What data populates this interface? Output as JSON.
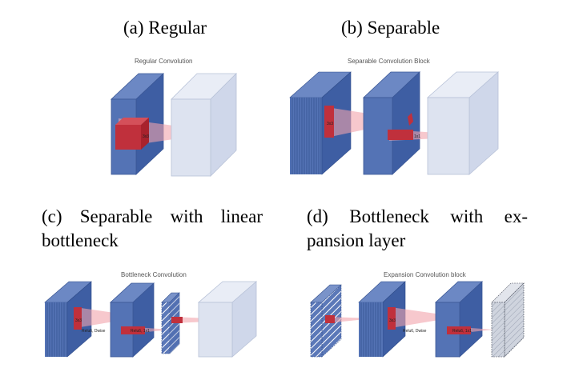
{
  "captions": {
    "a": "(a) Regular",
    "b": "(b) Separable",
    "c_line1": "(c) Separable with linear",
    "c_line2": "bottleneck",
    "d_line1": "(d) Bottleneck with ex-",
    "d_line2": "pansion layer"
  },
  "panels": {
    "a": {
      "title": "Regular Convolution",
      "kernel_label": "3x3"
    },
    "b": {
      "title": "Separable Convolution Block",
      "kernel_label": "3x3",
      "pointwise_label": "1x1"
    },
    "c": {
      "title": "Bottleneck Convolution",
      "kernel_label": "3x3",
      "dwise_label": "Relu6, Dwise",
      "pointwise_label": "Relu6, 1x1"
    },
    "d": {
      "title": "Expansion Convolution block",
      "kernel_label": "3x3",
      "dwise_label": "Relu6, Dwise",
      "pointwise_label": "Relu6, 1x1"
    }
  },
  "colors": {
    "tensor_blue": "#4f6fb0",
    "tensor_blue_dark": "#3a5796",
    "tensor_light": "#dde3f0",
    "kernel_red": "#c0303c",
    "projection_pink": "#f2a4ac"
  }
}
